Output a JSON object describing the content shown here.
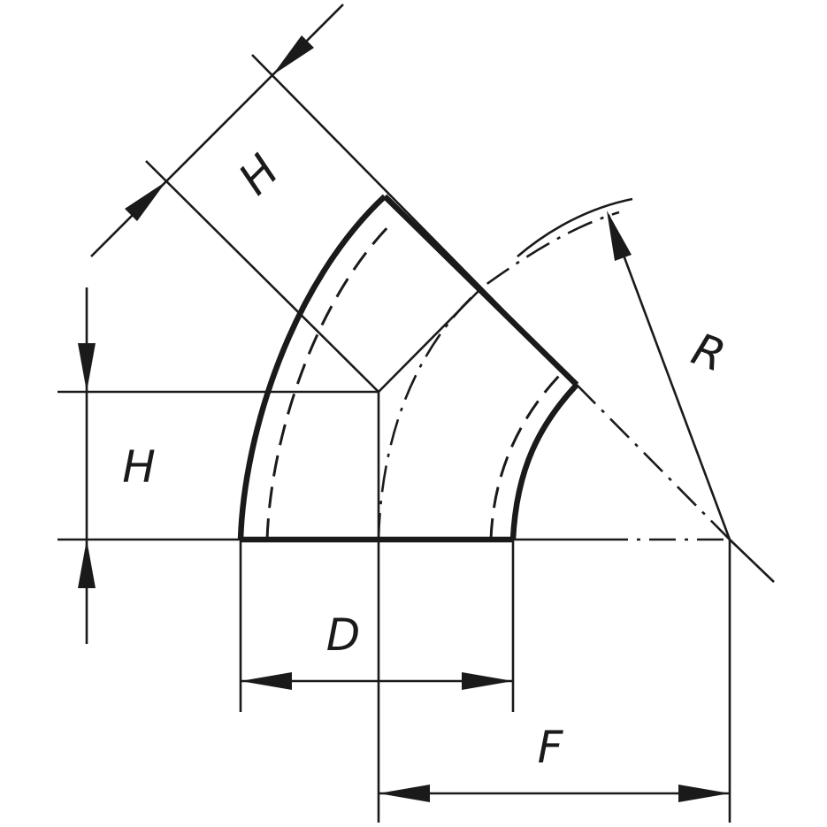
{
  "labels": {
    "h_angled": "H",
    "h_vertical": "H",
    "d": "D",
    "f": "F",
    "r": "R"
  },
  "colors": {
    "ink": "#1a1a1a",
    "background": "#ffffff"
  }
}
